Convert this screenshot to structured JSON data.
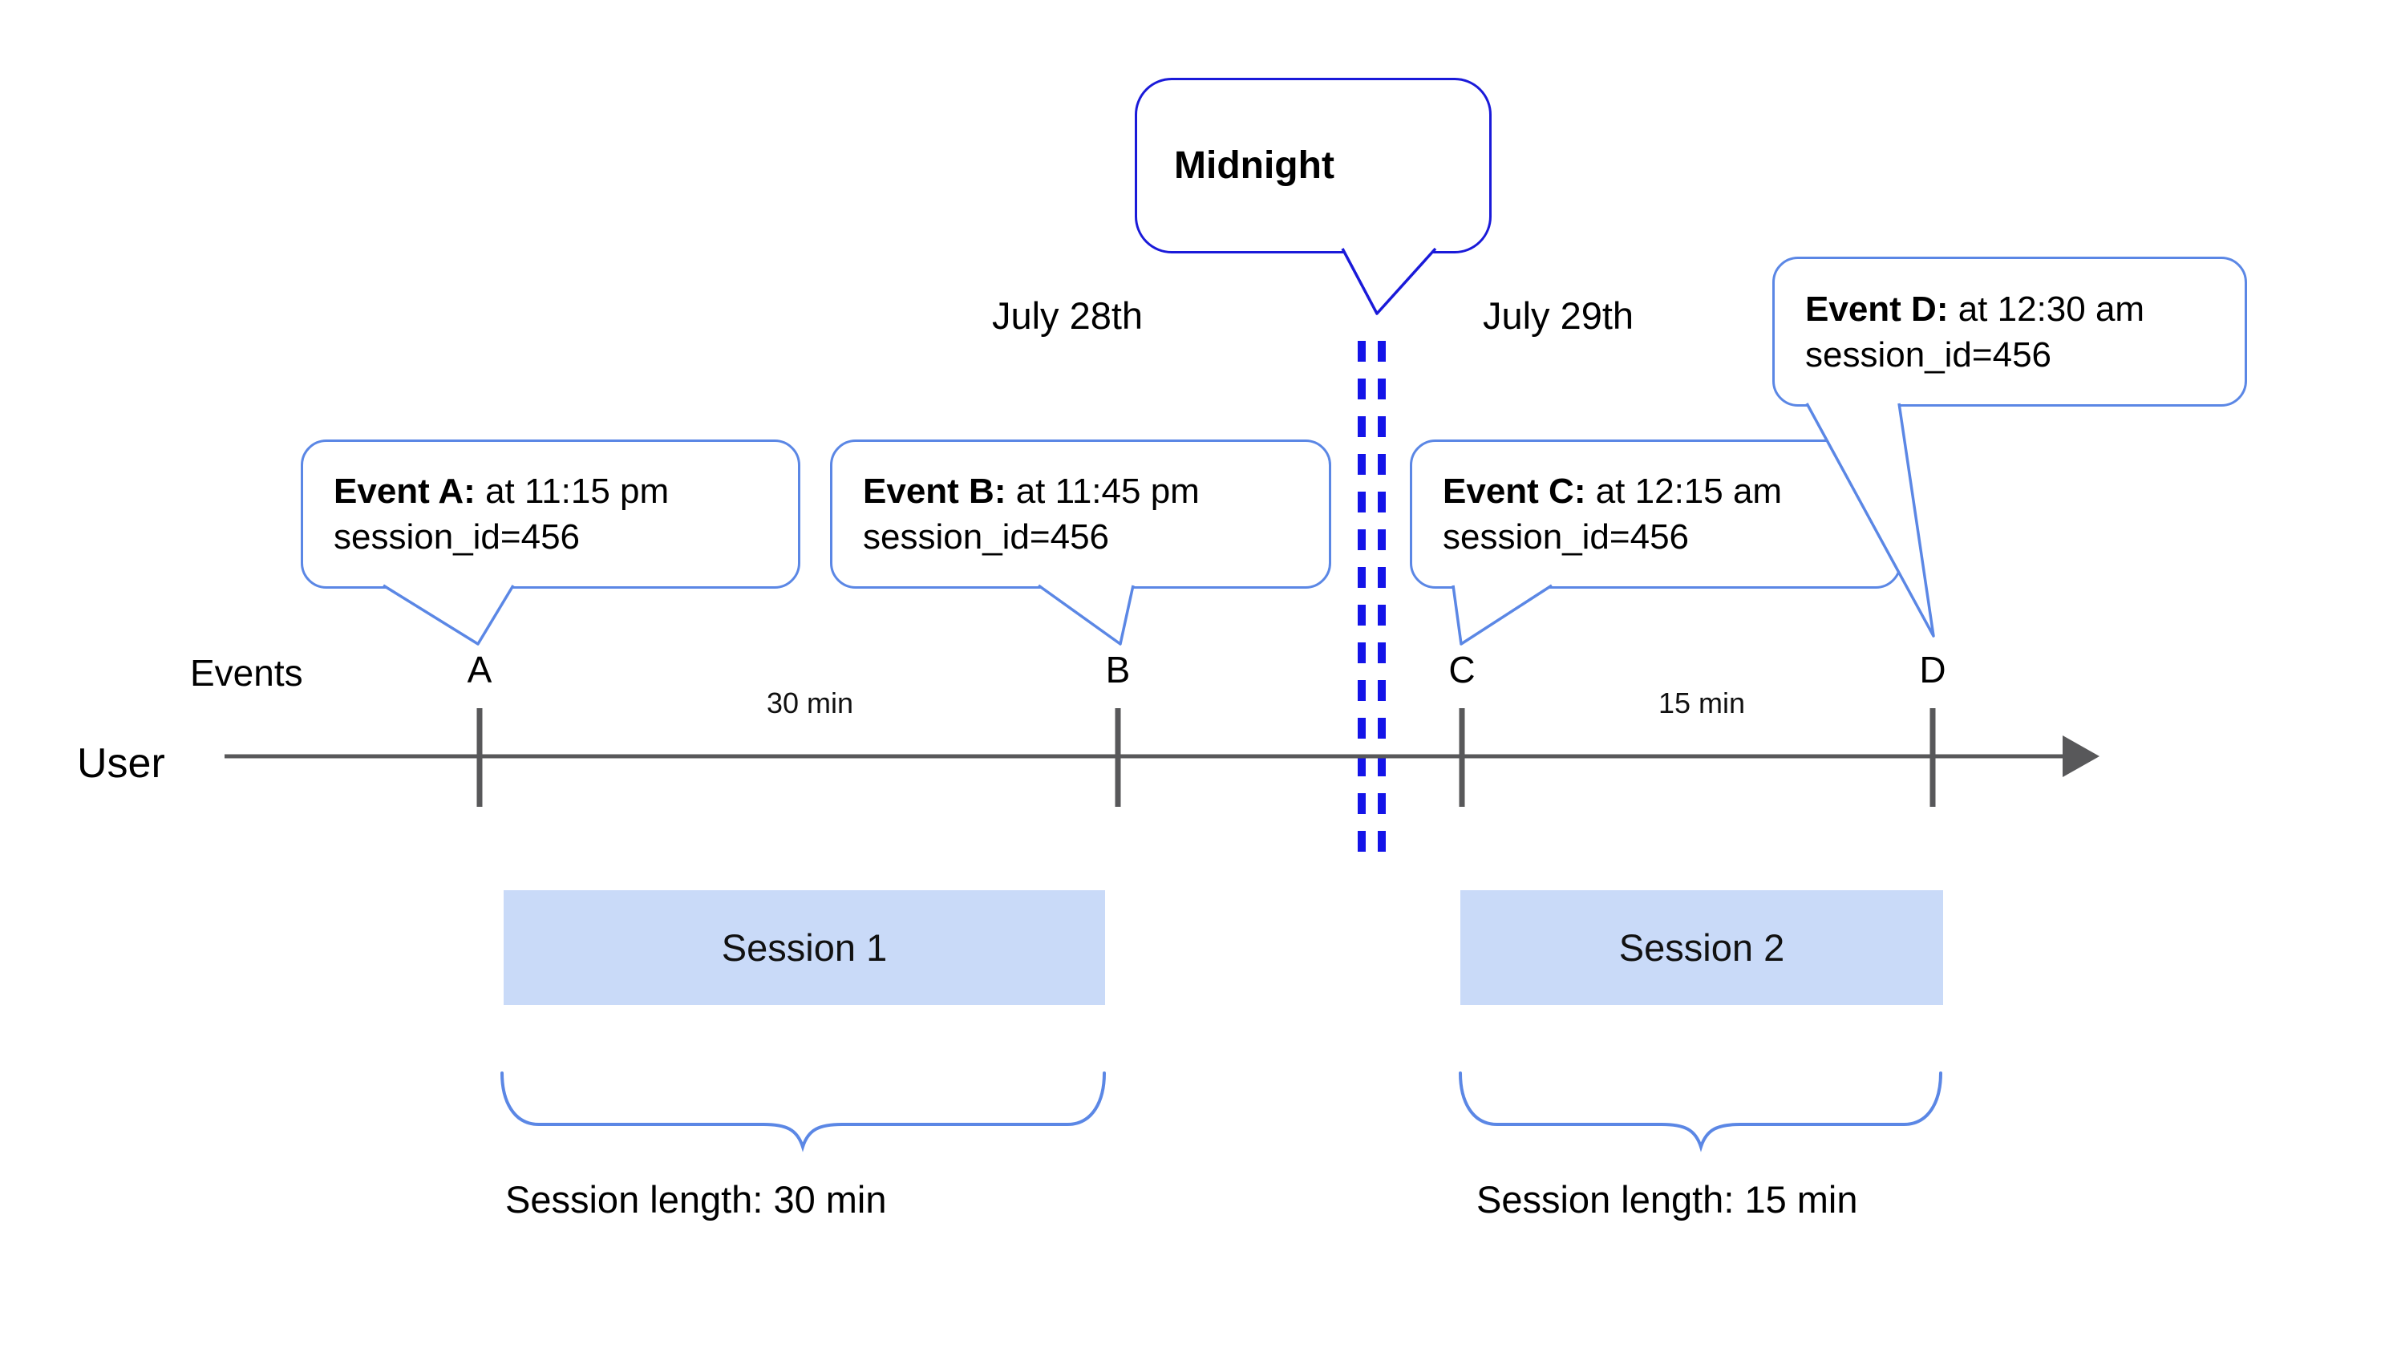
{
  "diagram": {
    "midnight": {
      "label": "Midnight"
    },
    "dates": {
      "left": "July 28th",
      "right": "July 29th"
    },
    "axis": {
      "events_label": "Events",
      "user_label": "User",
      "interval_1": "30 min",
      "interval_2": "15 min"
    },
    "events": [
      {
        "tick": "A",
        "name_label": "Event A:",
        "time_text": " at 11:15 pm",
        "session_text": "session_id=456"
      },
      {
        "tick": "B",
        "name_label": "Event B:",
        "time_text": " at 11:45 pm",
        "session_text": "session_id=456"
      },
      {
        "tick": "C",
        "name_label": "Event C:",
        "time_text": " at 12:15 am",
        "session_text": "session_id=456"
      },
      {
        "tick": "D",
        "name_label": "Event D:",
        "time_text": " at 12:30 am",
        "session_text": "session_id=456"
      }
    ],
    "sessions": [
      {
        "label": "Session 1",
        "length_text": "Session length: 30 min"
      },
      {
        "label": "Session 2",
        "length_text": "Session length: 15 min"
      }
    ],
    "colors": {
      "bubble_border": "#5b87e5",
      "midnight_border": "#1a1ad9",
      "midnight_dash": "#1414e8",
      "axis_gray": "#58585a",
      "session_fill": "#c9daf8"
    }
  }
}
